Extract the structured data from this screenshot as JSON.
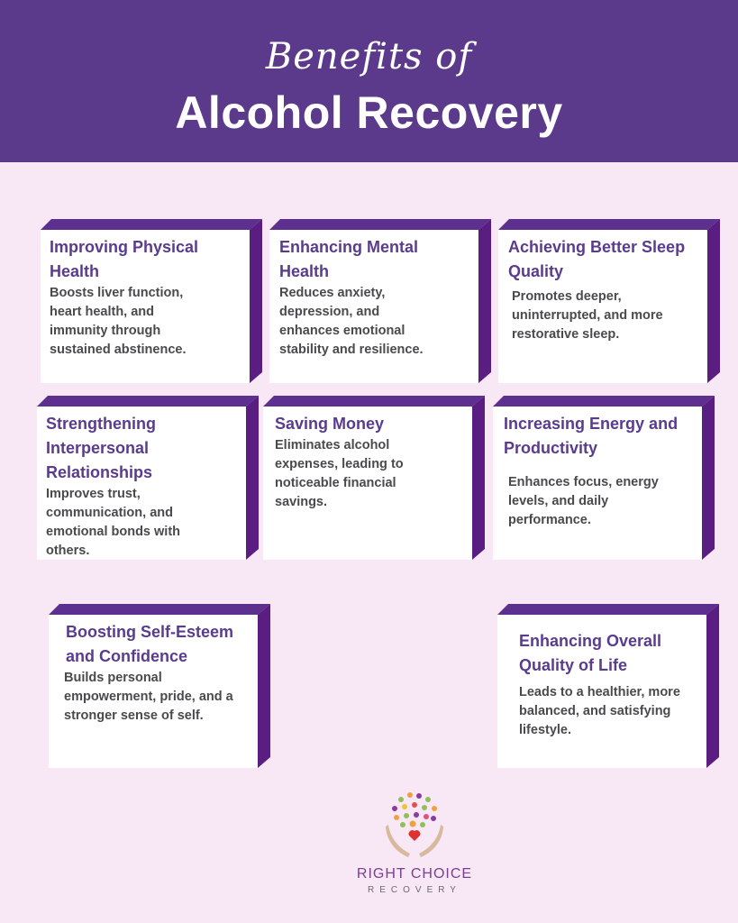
{
  "header": {
    "script_title": "Benefits of",
    "title": "Alcohol Recovery"
  },
  "cards": [
    {
      "title": "Improving Physical Health",
      "description": "Boosts liver function, heart health, and immunity through sustained abstinence."
    },
    {
      "title": "Enhancing Mental Health",
      "description": "Reduces anxiety, depression, and enhances emotional stability and resilience."
    },
    {
      "title": "Achieving Better Sleep Quality",
      "description": "Promotes deeper, uninterrupted, and more restorative sleep."
    },
    {
      "title": "Strengthening Interpersonal Relationships",
      "description": "Improves trust, communication, and emotional bonds with others."
    },
    {
      "title": "Saving Money",
      "description": "Eliminates alcohol expenses, leading to noticeable financial savings."
    },
    {
      "title": "Increasing Energy and Productivity",
      "description": "Enhances focus, energy levels, and daily performance."
    },
    {
      "title": "Boosting Self-Esteem and Confidence",
      "description": "Builds personal empowerment, pride, and a stronger sense of self."
    },
    {
      "title": "Enhancing Overall Quality of Life",
      "description": "Leads to a healthier, more balanced, and satisfying lifestyle."
    }
  ],
  "logo": {
    "name": "RIGHT CHOICE",
    "subtitle": "RECOVERY",
    "icon": "hands-heart-tree-icon"
  },
  "colors": {
    "header": "#5b3a8c",
    "background": "#f8e8f5",
    "card_edge": "#5a1d82",
    "title_text": "#5a3b8e"
  }
}
